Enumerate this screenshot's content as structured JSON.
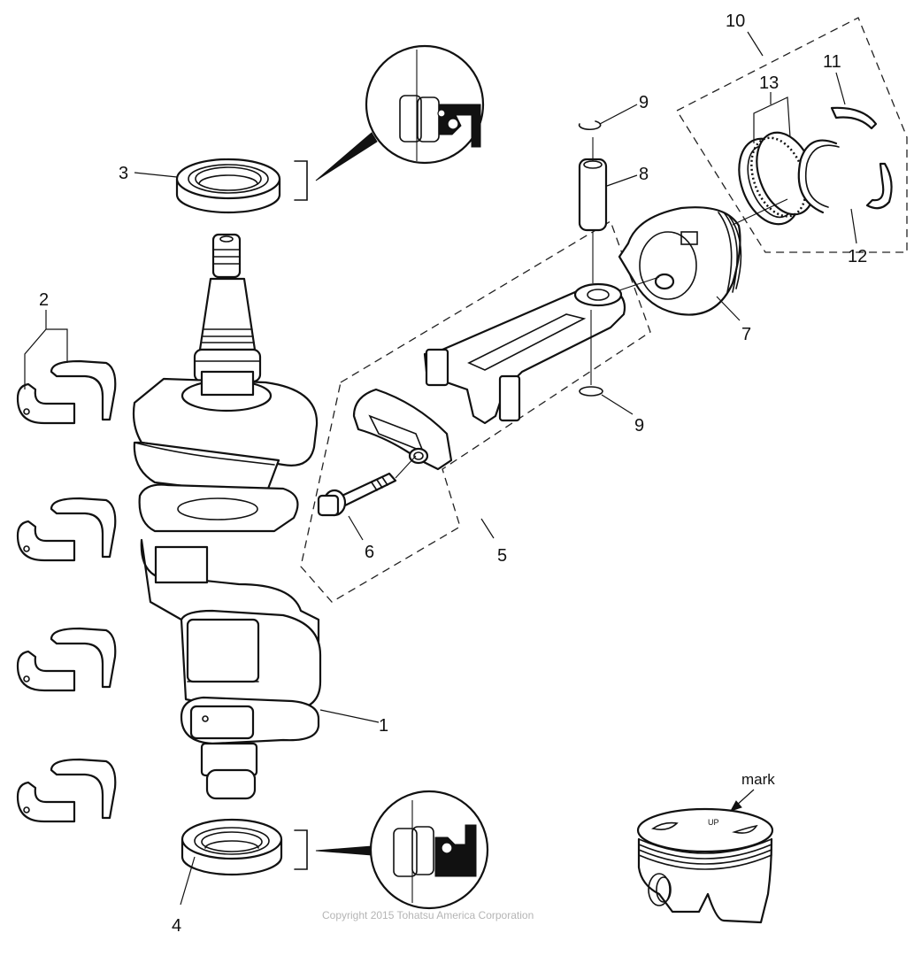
{
  "diagram": {
    "title": "Crankshaft and piston assembly exploded view",
    "callouts": [
      {
        "id": "1",
        "label": "1",
        "part": "crankshaft"
      },
      {
        "id": "2",
        "label": "2",
        "part": "main bearing halves"
      },
      {
        "id": "3",
        "label": "3",
        "part": "upper oil seal"
      },
      {
        "id": "4",
        "label": "4",
        "part": "lower oil seal"
      },
      {
        "id": "5",
        "label": "5",
        "part": "connecting rod assembly"
      },
      {
        "id": "6",
        "label": "6",
        "part": "connecting rod bolt"
      },
      {
        "id": "7",
        "label": "7",
        "part": "piston"
      },
      {
        "id": "8",
        "label": "8",
        "part": "piston pin"
      },
      {
        "id": "9a",
        "label": "9",
        "part": "piston pin clip (upper)"
      },
      {
        "id": "9b",
        "label": "9",
        "part": "piston pin clip (lower)"
      },
      {
        "id": "10",
        "label": "10",
        "part": "piston ring set"
      },
      {
        "id": "11",
        "label": "11",
        "part": "top ring"
      },
      {
        "id": "12",
        "label": "12",
        "part": "second ring"
      },
      {
        "id": "13",
        "label": "13",
        "part": "oil ring"
      }
    ],
    "detail_inset": {
      "mark_label": "mark",
      "piston_top_text": "UP"
    },
    "copyright": "Copyright 2015 Tohatsu America Corporation"
  }
}
